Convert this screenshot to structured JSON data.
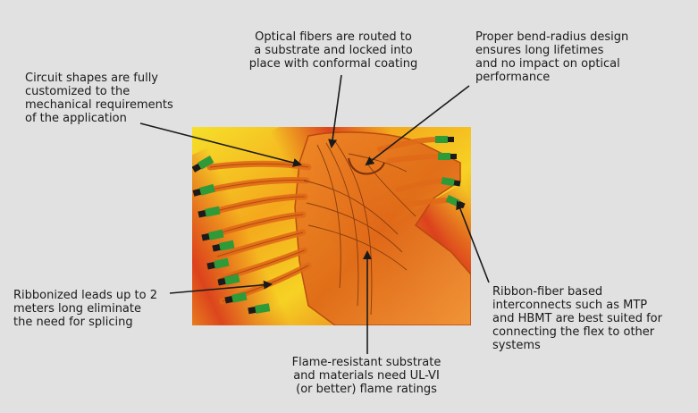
{
  "callouts": {
    "circuit_shapes": [
      "Circuit shapes are fully",
      "customized to the",
      "mechanical requirements",
      "of the application"
    ],
    "optical_fibers": [
      "Optical fibers are routed to",
      "a substrate and locked into",
      "place with conformal coating"
    ],
    "bend_radius": [
      "Proper bend-radius design",
      "ensures long lifetimes",
      "and no impact on optical",
      "performance"
    ],
    "ribbonized_leads": [
      "Ribbonized leads up to 2",
      "meters long eliminate",
      "the need for splicing"
    ],
    "flame_resistant": [
      "Flame-resistant substrate",
      "and materials need UL-VI",
      "(or better) flame ratings"
    ],
    "ribbon_fiber": [
      "Ribbon-fiber based",
      "interconnects such as MTP",
      "and HBMT are best suited for",
      "connecting the flex to other",
      "systems"
    ]
  },
  "colors": {
    "background": "#e1e1e1",
    "text": "#1a1a1a",
    "arrow": "#1a1a1a",
    "connector_green": "#2f9a38",
    "connector_black": "#1b1b1b",
    "substrate_orange": "#e8781e",
    "background_yellow": "#f5d21e",
    "background_red": "#d8301c"
  }
}
